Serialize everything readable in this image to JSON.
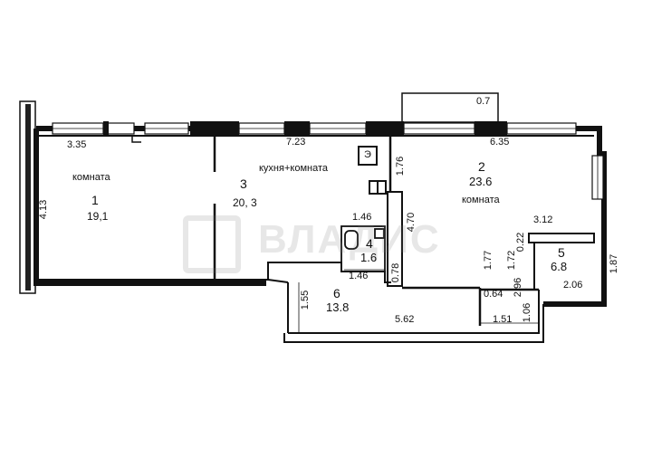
{
  "rooms": {
    "r1": {
      "name": "комната",
      "number": "1",
      "area": "19,1"
    },
    "r2": {
      "name": "комната",
      "number": "2",
      "area": "23.6"
    },
    "r3": {
      "name": "кухня+комната",
      "number": "3",
      "area": "20, 3"
    },
    "r4": {
      "number": "4",
      "area": "1.6"
    },
    "r5": {
      "number": "5",
      "area": "6.8"
    },
    "r6": {
      "number": "6",
      "area": "13.8"
    }
  },
  "dims": {
    "balcony": "0.7",
    "top_left": "3.35",
    "top_mid": "7.23",
    "top_right": "6.35",
    "left_h": "4.13",
    "h_1_76": "1.76",
    "h_4_70": "4.70",
    "w_1_46_top": "1.46",
    "w_1_46_bot": "1.46",
    "w_3_12": "3.12",
    "v_0_22": "0.22",
    "v_1_77": "1.77",
    "v_1_72": "1.72",
    "v_1_87": "1.87",
    "v_0_78": "0.78",
    "v_1_55": "1.55",
    "v_2_96": "2.96",
    "w_2_06": "2.06",
    "w_0_64": "0.64",
    "v_1_06": "1.06",
    "w_5_62": "5.62",
    "w_1_51": "1.51"
  },
  "symbols": {
    "electric_panel": "Э"
  },
  "watermark": {
    "text": "ВЛАДИС",
    "logo_icon": "building-logo-icon"
  }
}
